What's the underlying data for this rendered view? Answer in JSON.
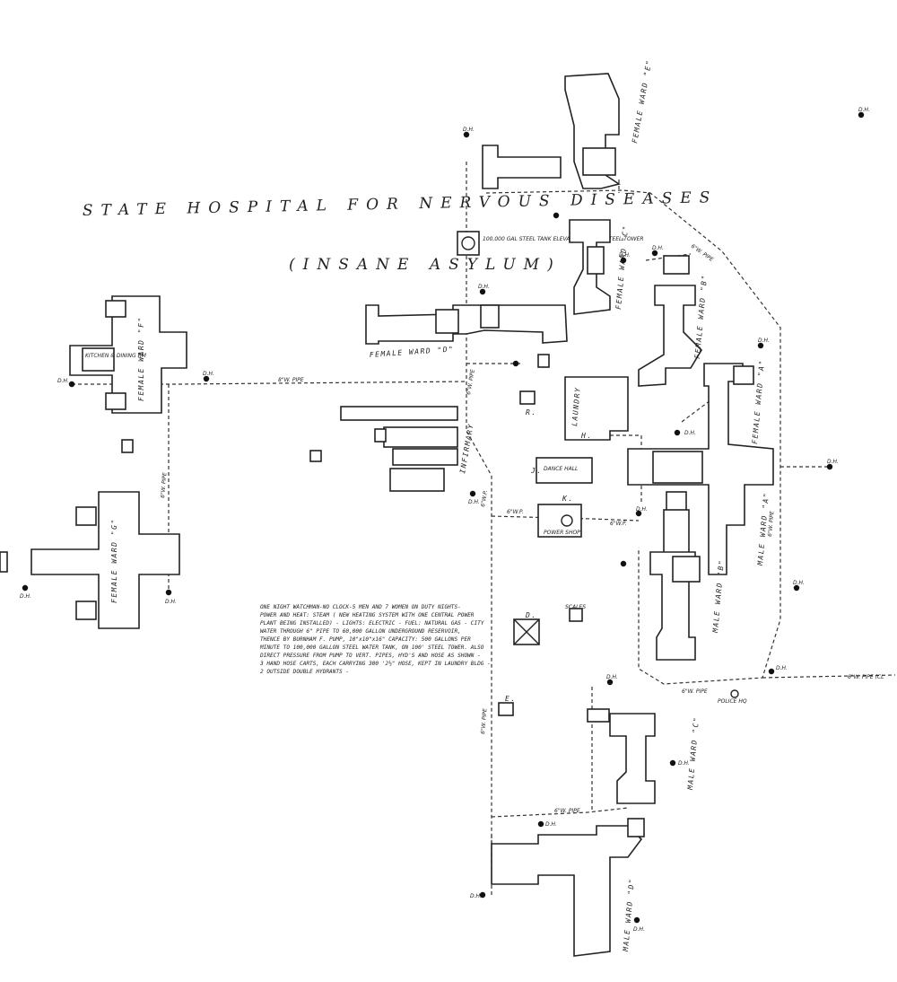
{
  "title": "STATE HOSPITAL FOR NERVOUS DISEASES",
  "subtitle": "(INSANE ASYLUM)",
  "wards": {
    "female_e": "FEMALE WARD \"E\"",
    "female_c": "FEMALE WARD \"C\"",
    "female_b": "FEMALE WARD \"B\"",
    "female_a": "FEMALE WARD \"A\"",
    "female_d": "FEMALE WARD \"D\"",
    "female_f": "FEMALE WARD \"F\"",
    "female_g": "FEMALE WARD \"G\"",
    "male_a": "MALE WARD \"A\"",
    "male_b": "MALE WARD \"B\"",
    "male_c": "MALE WARD \"C\"",
    "male_d": "MALE WARD \"D\""
  },
  "buildings": {
    "infirmary": "INFIRMARY",
    "kitchen": "KITCHEN & DINING RM",
    "laundry": "LAUNDRY",
    "dance_hall": "DANCE HALL",
    "power_shop": "POWER SHOP",
    "police": "POLICE HQ",
    "scales": "SCALES",
    "tank": "100,000 GAL STEEL TANK ELEVATED ON 100' STEEL TOWER"
  },
  "letters": [
    "J.",
    "K.",
    "H.",
    "D.",
    "E.",
    "R."
  ],
  "pipes": {
    "p8": "8\"W. PIPE",
    "p6": "6\"W. PIPE",
    "p6_cl": "6\"W. PIPE (CL",
    "wp": "6\"W.P."
  },
  "hydrant": "D.H.",
  "notes": [
    "ONE NIGHT WATCHMAN-NO CLOCK-5 MEN AND 7 WOMEN ON DUTY NIGHTS-",
    "POWER AND HEAT: STEAM ( NEW HEATING SYSTEM WITH ONE CENTRAL POWER",
    "PLANT BEING INSTALLED) - LIGHTS: ELECTRIC - FUEL: NATURAL GAS - CITY",
    "WATER THROUGH 6\" PIPE TO 60,000 GALLON UNDERGROUND RESERVOIR,",
    "THENCE BY BURNHAM F. PUMP, 10\"x10\"x16\" CAPACITY: 500 GALLONS PER",
    "MINUTE TO 100,000 GALLON STEEL WATER TANK, ON 100' STEEL TOWER. ALSO",
    "DIRECT PRESSURE FROM PUMP TO VERT. PIPES, HYD'S AND HOSE AS SHOWN -",
    "3 HAND HOSE CARTS, EACH CARRYING 300 '2½\" HOSE, KEPT IN LAUNDRY BLDG -",
    "2 OUTSIDE DOUBLE HYDRANTS -"
  ]
}
